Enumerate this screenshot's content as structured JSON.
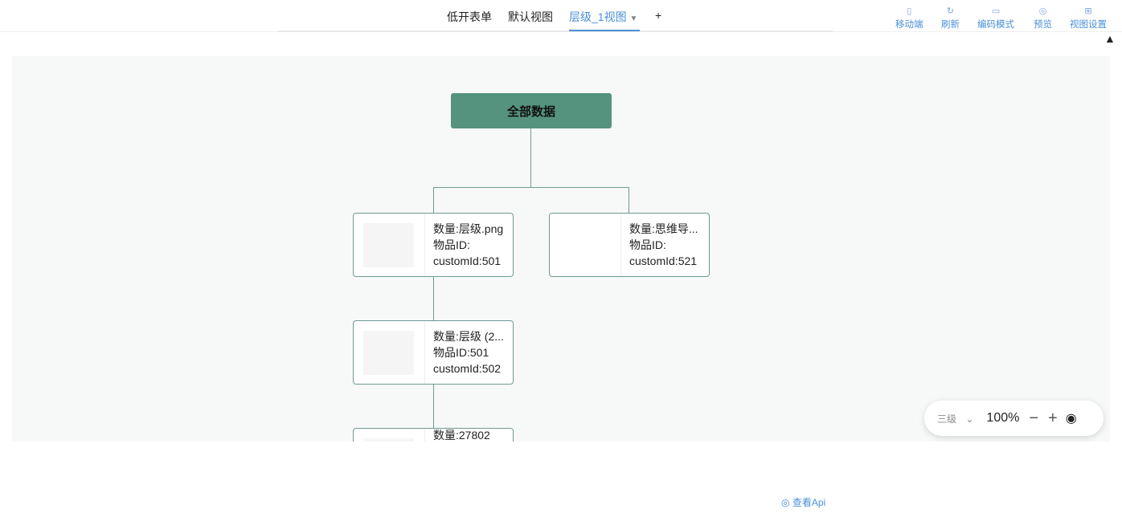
{
  "tabs": [
    {
      "label": "低开表单"
    },
    {
      "label": "默认视图"
    },
    {
      "label": "层级_1视图",
      "active": true
    },
    {
      "label": "+"
    }
  ],
  "toolbar": [
    {
      "label": "移动端",
      "icon": "mobile-icon"
    },
    {
      "label": "刷新",
      "icon": "refresh-icon"
    },
    {
      "label": "编码模式",
      "icon": "code-icon"
    },
    {
      "label": "预览",
      "icon": "preview-icon"
    },
    {
      "label": "视图设置",
      "icon": "grid-icon"
    }
  ],
  "tree": {
    "root": "全部数据",
    "nodes": [
      {
        "line1": "数量:层级.png",
        "line2": "物品ID:",
        "line3": "customId:501"
      },
      {
        "line1": "数量:思维导...",
        "line2": "物品ID:",
        "line3": "customId:521"
      },
      {
        "line1": "数量:层级 (2...",
        "line2": "物品ID:501",
        "line3": "customId:502"
      },
      {
        "line1": "数量:27802",
        "line2": "",
        "line3": ""
      }
    ]
  },
  "zoom": {
    "level": "三级",
    "percent": "100%",
    "minus": "−",
    "plus": "+"
  },
  "footer": {
    "api_link": "查看Api"
  },
  "colors": {
    "accent": "#4a90d9",
    "node": "#55937f"
  }
}
